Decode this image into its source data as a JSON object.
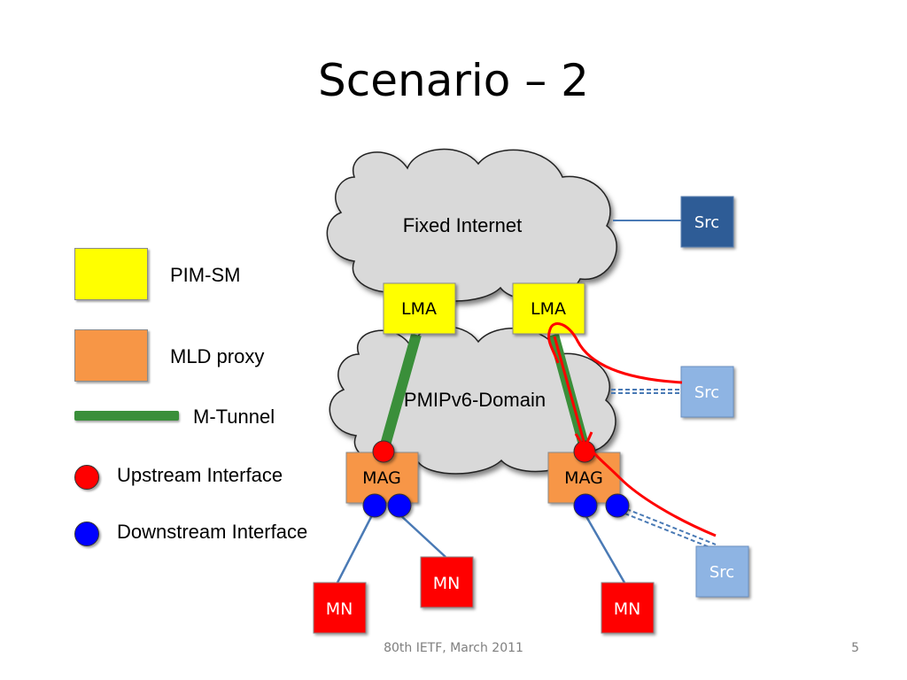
{
  "title": "Scenario – 2",
  "legend": {
    "pim_sm": {
      "label": "PIM-SM",
      "color": "#ffff00"
    },
    "mld_proxy": {
      "label": "MLD proxy",
      "color": "#f79646"
    },
    "m_tunnel": {
      "label": "M-Tunnel",
      "color": "#3a8f3a"
    },
    "upstream": {
      "label": "Upstream Interface",
      "color": "#ff0000"
    },
    "downstream": {
      "label": "Downstream Interface",
      "color": "#0000ff"
    }
  },
  "diagram": {
    "cloud_fixed": "Fixed Internet",
    "cloud_pmip": "PMIPv6-Domain",
    "lma_left": "LMA",
    "lma_right": "LMA",
    "mag_left": "MAG",
    "mag_right": "MAG",
    "src_top": "Src",
    "src_mid": "Src",
    "src_bottom": "Src",
    "mn_left": "MN",
    "mn_mid": "MN",
    "mn_right": "MN",
    "colors": {
      "cloud": "#d9d9d9",
      "src_dark": "#2f5b96",
      "src_light": "#8eb4e3",
      "mn": "#ff0000",
      "flow": "#ff0000",
      "link": "#4a7ab5"
    }
  },
  "footer": "80th IETF, March 2011",
  "page_number": "5"
}
